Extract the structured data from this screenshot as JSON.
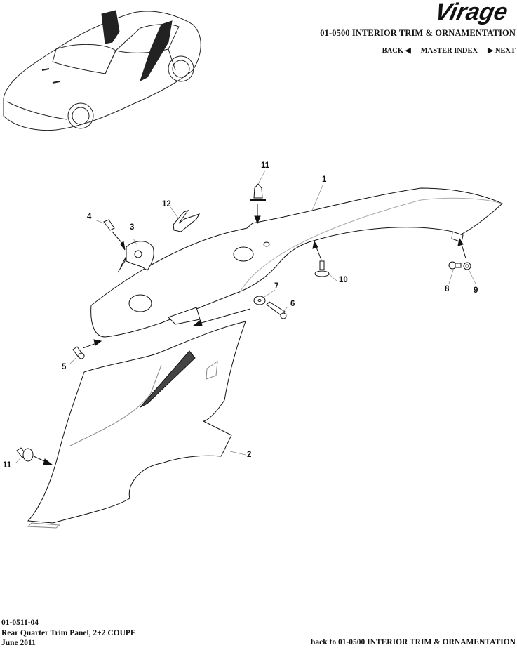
{
  "header": {
    "logo_text": "Virage",
    "section_title": "01-0500 INTERIOR TRIM & ORNAMENTATION",
    "nav": {
      "back_label": "BACK",
      "back_icon": "triangle-left-icon",
      "master_index_label": "MASTER INDEX",
      "next_icon": "triangle-right-icon",
      "next_label": "NEXT"
    }
  },
  "diagram": {
    "callouts": [
      {
        "id": "1",
        "label": "1"
      },
      {
        "id": "2",
        "label": "2"
      },
      {
        "id": "3",
        "label": "3"
      },
      {
        "id": "4",
        "label": "4"
      },
      {
        "id": "5",
        "label": "5"
      },
      {
        "id": "6",
        "label": "6"
      },
      {
        "id": "7",
        "label": "7"
      },
      {
        "id": "8",
        "label": "8"
      },
      {
        "id": "9",
        "label": "9"
      },
      {
        "id": "10",
        "label": "10"
      },
      {
        "id": "11a",
        "label": "11"
      },
      {
        "id": "11b",
        "label": "11"
      },
      {
        "id": "12",
        "label": "12"
      }
    ]
  },
  "footer": {
    "part_number": "01-0511-04",
    "description": "Rear Quarter Trim Panel, 2+2  COUPE",
    "date": "June 2011",
    "back_link": "back to 01-0500 INTERIOR TRIM & ORNAMENTATION"
  }
}
